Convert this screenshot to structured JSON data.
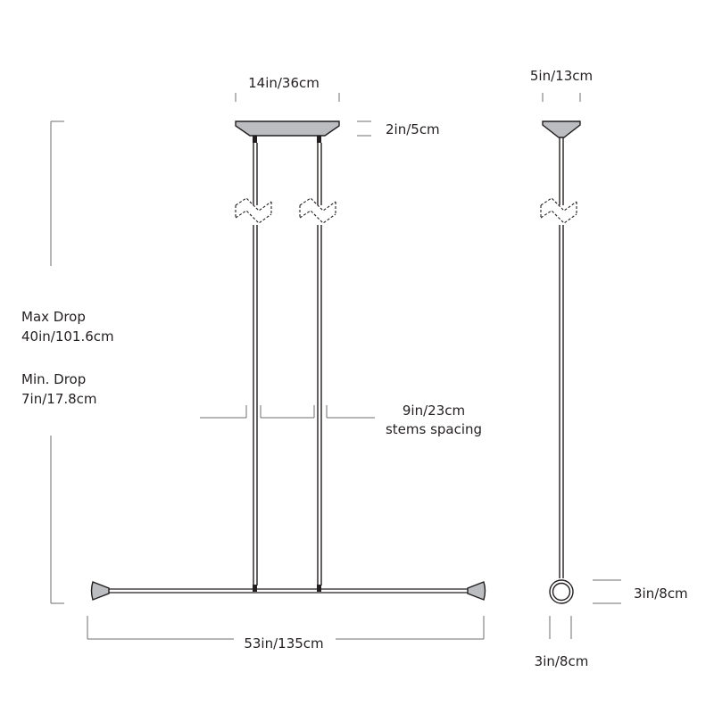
{
  "diagram": {
    "labels": {
      "canopy_width": "14in/36cm",
      "canopy_height": "2in/5cm",
      "side_canopy_width": "5in/13cm",
      "max_drop_title": "Max Drop",
      "max_drop_value": "40in/101.6cm",
      "min_drop_title": "Min. Drop",
      "min_drop_value": "7in/17.8cm",
      "stems_spacing_value": "9in/23cm",
      "stems_spacing_caption": "stems spacing",
      "overall_width": "53in/135cm",
      "ring_height": "3in/8cm",
      "ring_width": "3in/8cm"
    },
    "colors": {
      "line": "#231f20",
      "dim": "#6d6e71",
      "fill": "#bcbdc0"
    }
  }
}
